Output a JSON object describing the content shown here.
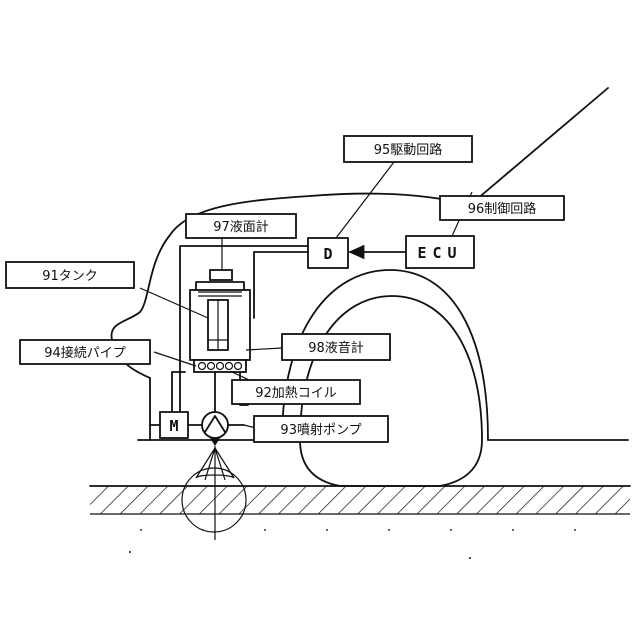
{
  "labels": {
    "label_95": "95駆動回路",
    "label_96": "96制御回路",
    "label_97": "97液面計",
    "label_91": "91タンク",
    "label_94": "94接続パイプ",
    "label_98": "98液音計",
    "label_92": "92加熱コイル",
    "label_93": "93噴射ポンプ"
  },
  "blocks": {
    "driver": "D",
    "ecu": "ECU",
    "motor": "M"
  },
  "icons": {
    "pump": "pump-symbol",
    "nozzle": "spray-nozzle-icon",
    "ground": "hatched-road-surface"
  }
}
